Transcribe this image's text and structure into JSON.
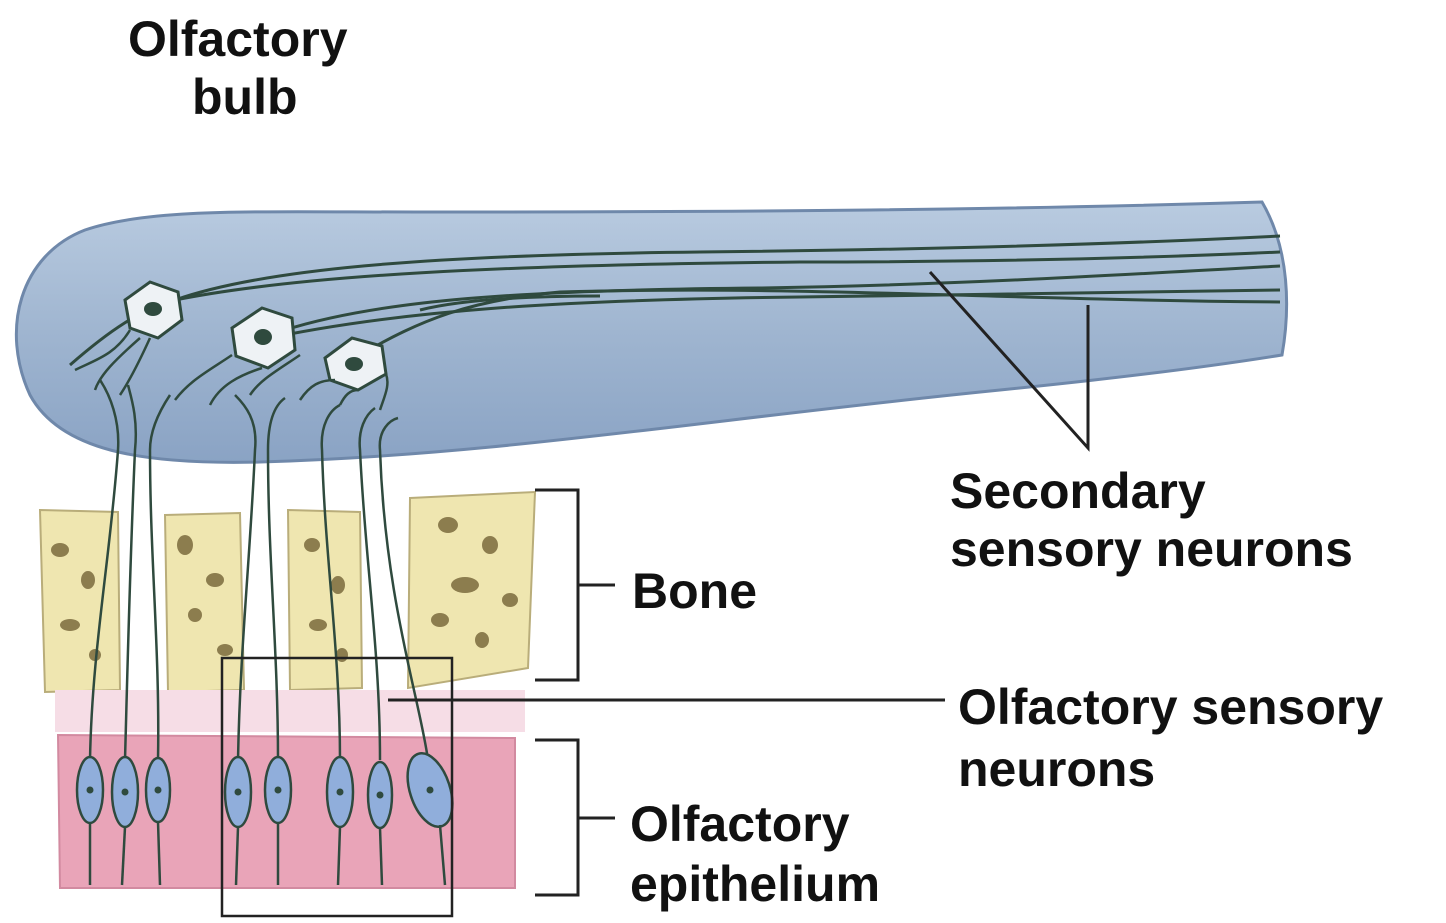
{
  "labels": {
    "olfactory_bulb_1": "Olfactory",
    "olfactory_bulb_2": "bulb",
    "secondary_1": "Secondary",
    "secondary_2": "sensory neurons",
    "bone": "Bone",
    "sensory_1": "Olfactory sensory",
    "sensory_2": "neurons",
    "epithelium_1": "Olfactory",
    "epithelium_2": "epithelium"
  },
  "colors": {
    "bulb_fill": "#9fb5d0",
    "bulb_edge": "#6f88aa",
    "bone_fill": "#efe6b0",
    "bone_spot": "#6b5a2e",
    "lamina": "#f6dde6",
    "epithelium": "#e9a4b8",
    "neuron_body": "#90aedb",
    "neuron_line": "#2f4a3e",
    "leader": "#222222"
  }
}
